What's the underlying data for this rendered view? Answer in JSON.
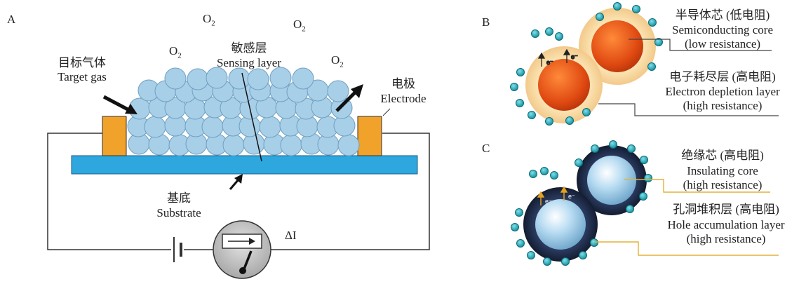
{
  "panel_a": {
    "letter": "A",
    "o2": [
      "O",
      "O",
      "O",
      "O"
    ],
    "o2_sub": "2",
    "target_gas_cn": "目标气体",
    "target_gas_en": "Target gas",
    "sensing_cn": "敏感层",
    "sensing_en": "Sensing layer",
    "electrode_cn": "电极",
    "electrode_en": "Electrode",
    "substrate_cn": "基底",
    "substrate_en": "Substrate",
    "delta_i": "ΔI"
  },
  "panel_b": {
    "letter": "B",
    "core_cn": "半导体芯 (低电阻)",
    "core_en_1": "Semiconducting core",
    "core_en_2": "(low resistance)",
    "layer_cn": "电子耗尽层 (高电阻)",
    "layer_en_1": "Electron depletion layer",
    "layer_en_2": "(high resistance)",
    "electron_label": "e⁻"
  },
  "panel_c": {
    "letter": "C",
    "core_cn": "绝缘芯 (高电阻)",
    "core_en_1": "Insulating core",
    "core_en_2": "(high resistance)",
    "layer_cn": "孔洞堆积层 (高电阻)",
    "layer_en_1": "Hole accumulation layer",
    "layer_en_2": "(high resistance)",
    "electron_label": "e⁻"
  },
  "colors": {
    "grain": "#a8cfe8",
    "grain_stroke": "#6f9fc0",
    "substrate": "#2ea7de",
    "electrode": "#f0a22b",
    "n_core": "#e8501a",
    "n_shell": "#f7dca0",
    "p_core": "#a9d4ee",
    "p_shell": "#1d2a44",
    "adsorbate": "#1aa3b3"
  }
}
